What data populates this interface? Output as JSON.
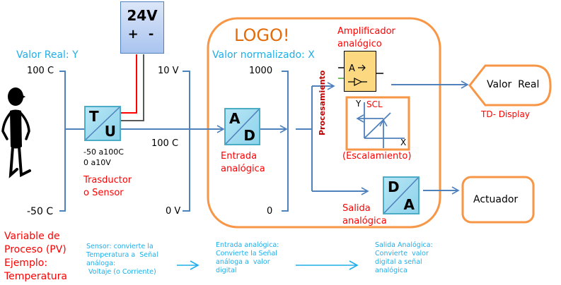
{
  "power_supply": {
    "voltage": "24V",
    "polarity": "+ -"
  },
  "left_scale": {
    "title": "Valor Real: Y",
    "max": "100 C",
    "min": "-50 C"
  },
  "process_variable": {
    "lines": [
      "Variable de",
      "Proceso (PV)",
      "Ejemplo:",
      "Temperatura"
    ],
    "icon": "person-icon"
  },
  "transducer": {
    "top_letter": "T",
    "bottom_letter": "U",
    "range_lines": [
      "-50 a100C",
      "0 a10V"
    ],
    "label_lines": [
      "Trasductor",
      "o Sensor"
    ]
  },
  "voltage_scale": {
    "max": "10 V",
    "mid": "100 C",
    "min": "0 V"
  },
  "logo": {
    "title": "LOGO!",
    "normalized_label": "Valor normalizado: X",
    "norm_max": "1000",
    "norm_min": "0",
    "processing_label": "Procesamiento"
  },
  "adc": {
    "top_letter": "A",
    "bottom_letter": "D",
    "label_lines": [
      "Entrada",
      "analógica"
    ]
  },
  "amplifier": {
    "label_lines": [
      "Amplificador",
      "analógico"
    ],
    "icon": "analog-amplifier-icon"
  },
  "scaling": {
    "y_axis": "Y",
    "x_axis": "X",
    "title": "SCL",
    "caption": "(Escalamiento)"
  },
  "dac": {
    "top_letter": "D",
    "bottom_letter": "A",
    "label_lines": [
      "Salida",
      "analógica"
    ]
  },
  "display": {
    "label": "Valor  Real",
    "caption": "TD- Display"
  },
  "actuator": {
    "label": "Actuador"
  },
  "notes": {
    "sensor": "Sensor: convierte la\nTemperatura a  Señal\nanáloga:\n Voltaje (o Corriente)",
    "input": "Entrada analógica:\nConvierte la Señal\nanáloga a  valor\ndigital",
    "output": "Salida Analógica:\nConvierte  valor\ndigital a señal\nanalógica"
  },
  "colors": {
    "line_blue": "#4f81bd",
    "orange": "#f79646",
    "red_text": "#ff0000",
    "cyan_text": "#1faee8",
    "block_fill": "#93d5ed",
    "amp_fill": "#fcd980"
  }
}
